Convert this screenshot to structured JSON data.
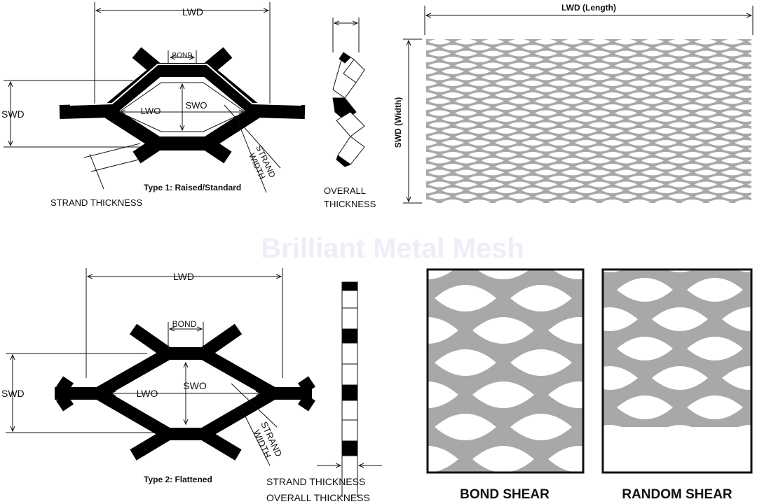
{
  "watermark": "Brilliant Metal Mesh",
  "type1": {
    "caption": "Type 1: Raised/Standard",
    "lwd": "LWD",
    "swd": "SWD",
    "bond": "BOND",
    "lwo": "LWO",
    "swo": "SWO",
    "strand_width_1": "STRAND",
    "strand_width_2": "WIDTH",
    "strand_thickness": "STRAND THICKNESS",
    "overall_1": "OVERALL",
    "overall_2": "THICKNESS"
  },
  "sheet": {
    "length_label": "LWD (Length)",
    "width_label": "SWD (Width)"
  },
  "type2": {
    "caption": "Type 2: Flattened",
    "lwd": "LWD",
    "swd": "SWD",
    "bond": "BOND",
    "lwo": "LWO",
    "swo": "SWO",
    "strand_width_1": "STRAND",
    "strand_width_2": "WIDTH",
    "strand_thickness": "STRAND THICKNESS",
    "overall_thickness": "OVERALL THICKNESS"
  },
  "shear": {
    "bond": "BOND SHEAR",
    "random": "RANDOM SHEAR"
  },
  "colors": {
    "mesh": "#a8a8a8",
    "strand": "#000000",
    "watermark": "#eeeefa"
  }
}
